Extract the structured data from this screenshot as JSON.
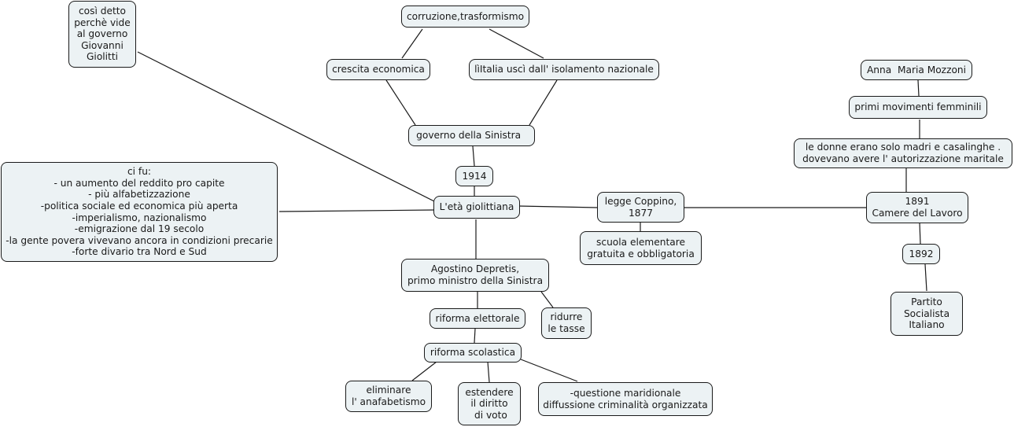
{
  "concept_map": {
    "nodes": {
      "cosi_detto": {
        "label": "così detto\nperchè vide\nal governo\nGiovanni\nGiolitti"
      },
      "corruzione": {
        "label": "corruzione,trasformismo"
      },
      "crescita": {
        "label": "crescita economica"
      },
      "italia_usci": {
        "label": "lìItalia uscì dall' isolamento nazionale"
      },
      "governo_sinistra": {
        "label": "governo della Sinistra  "
      },
      "anno_1914": {
        "label": "1914"
      },
      "eta_giolittiana": {
        "label": "L'età giolittiana"
      },
      "ci_fu": {
        "label": "ci fu:\n- un aumento del reddito pro capite\n- più alfabetizzazione\n-politica sociale ed economica più aperta\n-imperialismo, nazionalismo\n-emigrazione dal 19 secolo\n-la gente povera vivevano ancora in condizioni precarie\n-forte divario tra Nord e Sud"
      },
      "legge_coppino": {
        "label": "legge Coppino,\n1877"
      },
      "scuola_elementare": {
        "label": "scuola elementare\ngratuita e obbligatoria"
      },
      "depretis": {
        "label": "Agostino Depretis,\nprimo ministro della Sinistra"
      },
      "riforma_elettorale": {
        "label": "riforma elettorale"
      },
      "ridurre_tasse": {
        "label": "ridurre\nle tasse"
      },
      "riforma_scolastica": {
        "label": "riforma scolastica"
      },
      "eliminare": {
        "label": "eliminare\nl' anafabetismo"
      },
      "estendere": {
        "label": "estendere\nil diritto\n di voto"
      },
      "questione": {
        "label": "-questione maridionale\ndiffussione criminalità organizzata"
      },
      "mozzoni": {
        "label": "Anna  Maria Mozzoni"
      },
      "movimenti": {
        "label": "primi movimenti femminili"
      },
      "donne": {
        "label": "le donne erano solo madri e casalinghe .\ndovevano avere l' autorizzazione maritale"
      },
      "camere_lavoro": {
        "label": "1891\nCamere del Lavoro"
      },
      "anno_1892": {
        "label": "1892"
      },
      "partito_socialista": {
        "label": "Partito\nSocialista\nItaliano"
      }
    },
    "links": [
      [
        "corruzione",
        "crescita"
      ],
      [
        "corruzione",
        "italia_usci"
      ],
      [
        "crescita",
        "governo_sinistra"
      ],
      [
        "italia_usci",
        "governo_sinistra"
      ],
      [
        "governo_sinistra",
        "anno_1914"
      ],
      [
        "anno_1914",
        "eta_giolittiana"
      ],
      [
        "cosi_detto",
        "eta_giolittiana"
      ],
      [
        "ci_fu",
        "eta_giolittiana"
      ],
      [
        "eta_giolittiana",
        "legge_coppino"
      ],
      [
        "legge_coppino",
        "scuola_elementare"
      ],
      [
        "legge_coppino",
        "camere_lavoro"
      ],
      [
        "eta_giolittiana",
        "depretis"
      ],
      [
        "depretis",
        "riforma_elettorale"
      ],
      [
        "depretis",
        "ridurre_tasse"
      ],
      [
        "riforma_elettorale",
        "riforma_scolastica"
      ],
      [
        "riforma_scolastica",
        "eliminare"
      ],
      [
        "riforma_scolastica",
        "estendere"
      ],
      [
        "riforma_scolastica",
        "questione"
      ],
      [
        "mozzoni",
        "movimenti"
      ],
      [
        "movimenti",
        "donne"
      ],
      [
        "donne",
        "camere_lavoro"
      ],
      [
        "camere_lavoro",
        "anno_1892"
      ],
      [
        "anno_1892",
        "partito_socialista"
      ]
    ],
    "colors": {
      "node_fill": "#ecf2f4",
      "node_border": "#1a1a1a",
      "link": "#1a1a1a",
      "background": "#ffffff"
    }
  }
}
